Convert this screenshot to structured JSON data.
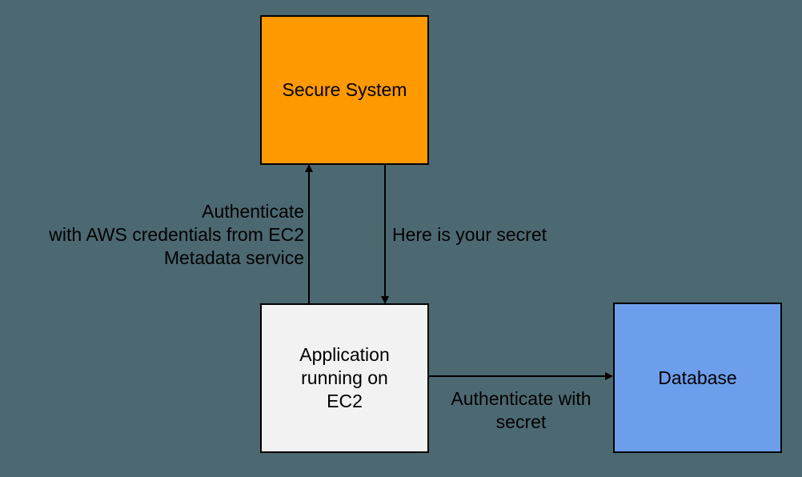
{
  "diagram": {
    "colors": {
      "background": "#4C6972",
      "border": "#000000",
      "text": "#000000",
      "arrow": "#000000",
      "secure_system_fill": "#FF9900",
      "application_fill": "#F2F2F2",
      "database_fill": "#6D9EEB"
    },
    "nodes": {
      "secure_system": {
        "label": "Secure System"
      },
      "application": {
        "label": "Application running on EC2",
        "lines": [
          "Application",
          "running on",
          "EC2"
        ]
      },
      "database": {
        "label": "Database"
      }
    },
    "edges": {
      "authenticate_aws": {
        "from": "application",
        "to": "secure_system",
        "direction": "up",
        "label": "Authenticate with AWS credentials from EC2 Metadata service",
        "lines": [
          "Authenticate",
          "with AWS credentials from EC2",
          "Metadata service"
        ]
      },
      "here_is_your_secret": {
        "from": "secure_system",
        "to": "application",
        "direction": "down",
        "label": "Here is your secret"
      },
      "authenticate_with_secret": {
        "from": "application",
        "to": "database",
        "direction": "right",
        "label": "Authenticate with secret",
        "lines": [
          "Authenticate with",
          "secret"
        ]
      }
    }
  }
}
